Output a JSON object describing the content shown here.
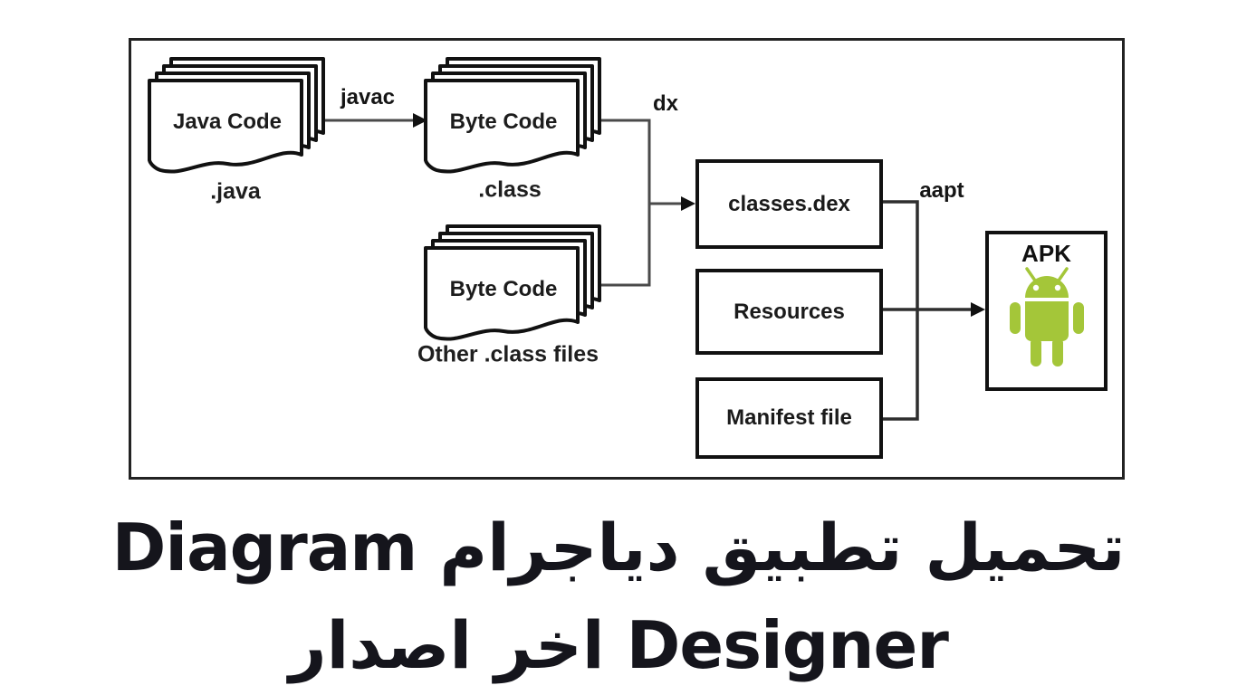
{
  "diagram": {
    "stacks": [
      {
        "id": "java-code",
        "text": "Java Code",
        "caption": ".java"
      },
      {
        "id": "byte-code",
        "text": "Byte Code",
        "caption": ".class"
      },
      {
        "id": "other-class",
        "text": "Byte Code",
        "caption": "Other .class files"
      }
    ],
    "boxes": [
      {
        "id": "classes-dex",
        "label": "classes.dex"
      },
      {
        "id": "resources",
        "label": "Resources"
      },
      {
        "id": "manifest",
        "label": "Manifest file"
      }
    ],
    "apk": {
      "label": "APK",
      "icon": "android-robot-icon"
    },
    "edge_labels": {
      "javac": "javac",
      "dx": "dx",
      "aapt": "aapt"
    },
    "colors": {
      "android_green": "#A4C639",
      "line": "#4a4a4a",
      "box_border": "#111111",
      "frame_border": "#222222",
      "caption_text": "#15151c"
    }
  },
  "caption": {
    "line1": "تحميل تطبيق دياجرام Diagram",
    "line2": "Designer اخر اصدار",
    "direction": "rtl"
  }
}
